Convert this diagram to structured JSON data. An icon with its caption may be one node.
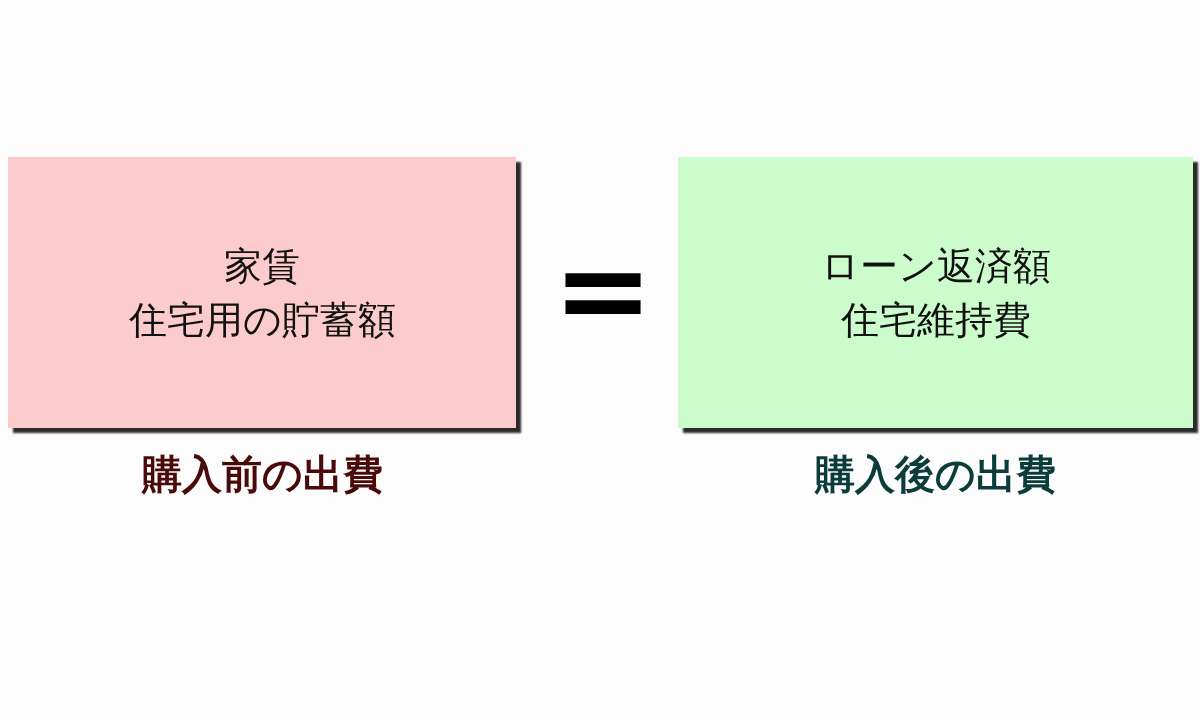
{
  "diagram": {
    "nodes": [
      {
        "text": [
          "家賃",
          "住宅用の貯蓄額"
        ],
        "beside": [
          "購入前の出費"
        ]
      },
      {
        "text": [
          "ローン返済額",
          "住宅維持費"
        ],
        "beside": [
          "購入後の出費"
        ]
      }
    ],
    "labels": [
      "="
    ]
  }
}
